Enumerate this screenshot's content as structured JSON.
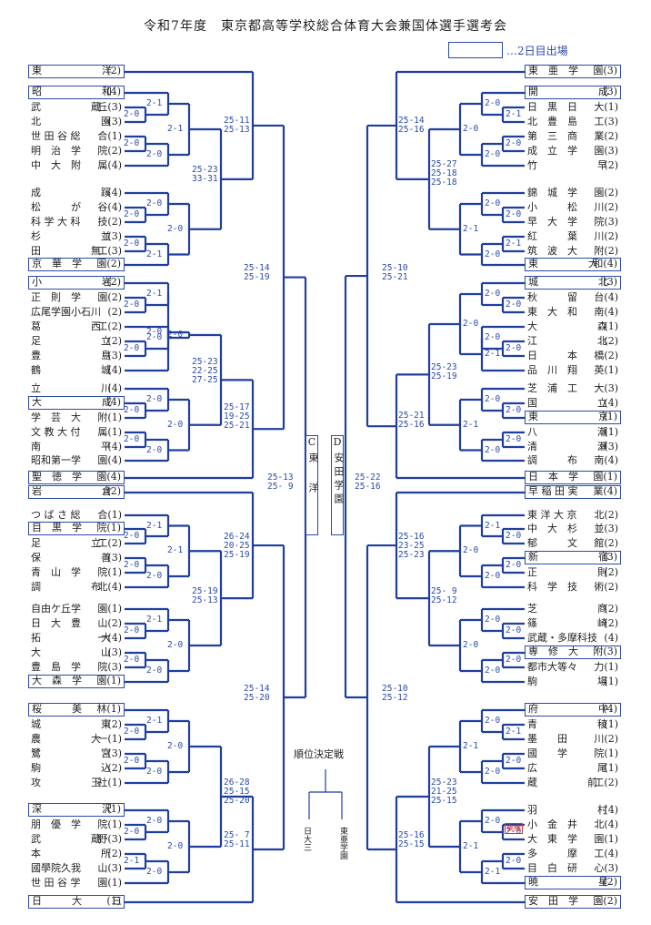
{
  "title": "令和7年度　東京都高等学校総合体育大会兼国体選手選考会",
  "legend": {
    "text": "…2日目出場"
  },
  "left": [
    {
      "n": "東　　　　　　洋",
      "g": "(2)",
      "box": true
    },
    {
      "n": "昭　　　　　　和",
      "g": "(4)",
      "box": true
    },
    {
      "n": "武　　　　　蔵",
      "g": "丘(3)"
    },
    {
      "n": "北　　　　　　園",
      "g": "(3)"
    },
    {
      "n": "世 田 谷 総",
      "g": "合(1)"
    },
    {
      "n": "明　治　学",
      "g": "院(2)"
    },
    {
      "n": "中　大　附",
      "g": "属(4)"
    },
    {
      "n": "成　　　　　　蹊",
      "g": "(4)"
    },
    {
      "n": "松　　　が",
      "g": "谷(4)"
    },
    {
      "n": "科 学 大 科",
      "g": "技(2)"
    },
    {
      "n": "杉　　　　　　並",
      "g": "(3)"
    },
    {
      "n": "田　　　　　無",
      "g": "工(3)"
    },
    {
      "n": "京　華　学",
      "g": "園(2)",
      "box": true
    },
    {
      "n": "小　　　　　　岩",
      "g": "(2)",
      "box": true
    },
    {
      "n": "正　則　学",
      "g": "園(2)"
    },
    {
      "n": "広尾学園小石川",
      "g": "(2)"
    },
    {
      "n": "葛　　　　　西",
      "g": "工(2)"
    },
    {
      "n": "足　　　　　　立",
      "g": "(2)"
    },
    {
      "n": "豊　　　　　　島",
      "g": "(3)"
    },
    {
      "n": "鶴　　　　　　城",
      "g": "(4)"
    },
    {
      "n": "立　　　　　　川",
      "g": "(4)"
    },
    {
      "n": "大　　　　　　成",
      "g": "(4)",
      "box": true
    },
    {
      "n": "学　芸　大",
      "g": "附(1)"
    },
    {
      "n": "文 教 大 付",
      "g": "属(1)"
    },
    {
      "n": "南　　　　　　平",
      "g": "(4)"
    },
    {
      "n": "昭和第一学",
      "g": "園(4)"
    },
    {
      "n": "聖　徳　学",
      "g": "園(4)",
      "box": true
    },
    {
      "n": "岩　　　　　　倉",
      "g": "(2)",
      "box": true
    },
    {
      "n": "つ ば さ 総",
      "g": "合(1)"
    },
    {
      "n": "目　黒　学",
      "g": "院(1)",
      "box": true
    },
    {
      "n": "足　　　　　立",
      "g": "工(2)"
    },
    {
      "n": "保　　　　　　善",
      "g": "(3)"
    },
    {
      "n": "青　山　学",
      "g": "院(1)"
    },
    {
      "n": "調　　　　　布",
      "g": "北(4)"
    },
    {
      "n": "自由ケ丘学",
      "g": "園(1)"
    },
    {
      "n": "日　大　豊",
      "g": "山(2)"
    },
    {
      "n": "拓　　　　　　大",
      "g": "一(4)"
    },
    {
      "n": "大　　　　　　山",
      "g": "(3)"
    },
    {
      "n": "豊　島　学",
      "g": "院(3)"
    },
    {
      "n": "大　森　学",
      "g": "園(1)",
      "box": true
    },
    {
      "n": "桜　　　美",
      "g": "林(1)",
      "box": true
    },
    {
      "n": "城　　　　　　東",
      "g": "(2)"
    },
    {
      "n": "農　　　　　大",
      "g": "一(1)"
    },
    {
      "n": "鷺　　　　　　宮",
      "g": "(3)"
    },
    {
      "n": "駒　　　　　　込",
      "g": "(2)"
    },
    {
      "n": "攻　　　　　玉",
      "g": "社(1)"
    },
    {
      "n": "深　　　　　　沢",
      "g": "(1)",
      "box": true
    },
    {
      "n": "朋　優　学",
      "g": "院(1)"
    },
    {
      "n": "武　　　　　蔵",
      "g": "野(3)"
    },
    {
      "n": "本　　　　　　所",
      "g": "(2)"
    },
    {
      "n": "國學院久我",
      "g": "山(3)"
    },
    {
      "n": "世 田 谷 学",
      "g": "園(1)"
    },
    {
      "n": "日　　　大　　　三",
      "g": "(1)",
      "box": true
    }
  ],
  "right": [
    {
      "n": "東　亜　学",
      "g": "園(3)",
      "box": true
    },
    {
      "n": "開　　　　　　成",
      "g": "(3)",
      "box": true
    },
    {
      "n": "日　黒　日",
      "g": "大(1)"
    },
    {
      "n": "北　豊　島",
      "g": "工(3)"
    },
    {
      "n": "第　三　商",
      "g": "業(2)"
    },
    {
      "n": "成　立　学",
      "g": "園(3)"
    },
    {
      "n": "竹　　　　　　早",
      "g": "(2)"
    },
    {
      "n": "錦　城　学",
      "g": "園(2)"
    },
    {
      "n": "小　　　松",
      "g": "川(2)"
    },
    {
      "n": "早　大　学",
      "g": "院(3)"
    },
    {
      "n": "紅　　　葉",
      "g": "川(2)"
    },
    {
      "n": "筑　波　大",
      "g": "附(2)"
    },
    {
      "n": "東　　　　　大",
      "g": "和(4)",
      "box": true
    },
    {
      "n": "城　　　　　　北",
      "g": "(3)",
      "box": true
    },
    {
      "n": "秋　　　留",
      "g": "台(4)"
    },
    {
      "n": "東　大　和",
      "g": "南(4)"
    },
    {
      "n": "大　　　　　　森",
      "g": "(1)"
    },
    {
      "n": "江　　　　　　北",
      "g": "(2)"
    },
    {
      "n": "日　　　本",
      "g": "橋(2)"
    },
    {
      "n": "品　川　翔",
      "g": "英(1)"
    },
    {
      "n": "芝　浦　工",
      "g": "大(3)"
    },
    {
      "n": "国　　　　　　立",
      "g": "(4)"
    },
    {
      "n": "東　　　　　　京",
      "g": "(1)",
      "box": true
    },
    {
      "n": "八　　　　　　潮",
      "g": "(1)"
    },
    {
      "n": "清　　　　　　瀬",
      "g": "(3)"
    },
    {
      "n": "調　　　布",
      "g": "南(4)"
    },
    {
      "n": "日　本　学",
      "g": "園(1)",
      "box": true
    },
    {
      "n": "早 稲 田 実",
      "g": "業(4)",
      "box": true
    },
    {
      "n": "東 洋 大 京",
      "g": "北(2)"
    },
    {
      "n": "中　大　杉",
      "g": "並(3)"
    },
    {
      "n": "郁　　　文",
      "g": "館(2)"
    },
    {
      "n": "新　　　　　　宿",
      "g": "(3)",
      "box": true
    },
    {
      "n": "正　　　　　　則",
      "g": "(2)"
    },
    {
      "n": "科　学　技",
      "g": "術(2)"
    },
    {
      "n": "芝　　　　　　商",
      "g": "(2)"
    },
    {
      "n": "篠　　　　　　崎",
      "g": "(2)"
    },
    {
      "n": "武蔵・多摩科技",
      "g": "(4)"
    },
    {
      "n": "専　修　大",
      "g": "附(3)",
      "box": true
    },
    {
      "n": "都市大等々",
      "g": "力(1)"
    },
    {
      "n": "駒　　　　　　場",
      "g": "(1)"
    },
    {
      "n": "府　　　　　　中",
      "g": "(4)",
      "box": true
    },
    {
      "n": "青　　　　　　稜",
      "g": "(1)"
    },
    {
      "n": "墨　　田",
      "g": "川(2)"
    },
    {
      "n": "國　　学",
      "g": "院(1)"
    },
    {
      "n": "広　　　　　　尾",
      "g": "(1)"
    },
    {
      "n": "蔵　　　　　前",
      "g": "工(2)"
    },
    {
      "n": "羽　　　　　　村",
      "g": "(4)"
    },
    {
      "n": "小　金　井",
      "g": "北(4)"
    },
    {
      "n": "大　東　学",
      "g": "園(1)"
    },
    {
      "n": "多　　　摩",
      "g": "工(4)"
    },
    {
      "n": "目　白　研",
      "g": "心(3)"
    },
    {
      "n": "暁　　　　　　星",
      "g": "(2)",
      "box": true
    },
    {
      "n": "安　田　学",
      "g": "園(2)",
      "box": true
    }
  ],
  "scores_left": [
    "2-0",
    "2-0",
    "2-1",
    "2-0",
    "2-1",
    "2-0",
    "2-0",
    "2-0",
    "2-1",
    "2-0",
    "2-0",
    "2-0",
    "2-1",
    "2-0",
    "2-0",
    "2-0",
    "2-0",
    "2-0",
    "2-0",
    "2-0",
    "2-0",
    "2-0",
    "2-0",
    "2-1",
    "2-0",
    "2-1",
    "2-0",
    "2-0",
    "2-1",
    "2-0",
    "2-0",
    "2-0",
    "2-0",
    "2-1",
    "2-0",
    "2-0",
    "2-0",
    "2-1",
    "2-0",
    "2-0"
  ],
  "scores_right": [
    "2-1",
    "2-0",
    "2-0",
    "2-0",
    "2-0",
    "2-0",
    "2-1",
    "2-0",
    "2-0",
    "2-1",
    "2-0",
    "2-0",
    "2-0",
    "2-0",
    "2-1",
    "2-0",
    "2-0",
    "2-0",
    "2-0",
    "2-0",
    "2-1",
    "2-0",
    "2-0",
    "2-1",
    "2-0",
    "2-0",
    "2-0",
    "2-0",
    "2-0",
    "2-0",
    "2-0",
    "2-1",
    "2-0",
    "2-0",
    "2-0",
    "2-1",
    "2-0",
    "2-0",
    "2-0",
    "2-1"
  ],
  "set_scores": {
    "l1": "25-11\n25-13",
    "l2": "25-23\n33-31",
    "l3": "25-14\n25-19",
    "l4": "25-23\n22-25\n27-25",
    "l5": "25-17\n19-25\n25-21",
    "l6": "26-24\n20-25\n25-19",
    "l7": "25-19\n25-13",
    "l8": "25-14\n25-20",
    "l9": "26-28\n25-15\n25-20",
    "l10": "25- 7\n25-11",
    "lsemi": "25-13\n25- 9",
    "r1": "25-14\n25-16",
    "r2": "25-27\n25-18\n25-18",
    "r3": "25-10\n25-21",
    "r4": "25-23\n25-19",
    "r5": "25-21\n25-16",
    "r6": "25-16\n23-25\n25-23",
    "r7": "25- 9\n25-12",
    "r8": "25-10\n25-12",
    "r9": "25-23\n21-25\n25-15",
    "r10": "25-16\n25-15",
    "rsemi": "25-22\n25-16"
  },
  "finalists": {
    "c_label": "C",
    "c_name": "東洋",
    "d_label": "D",
    "d_name": "安田学園"
  },
  "ranking": {
    "title": "順位決定戦",
    "left": "日大三",
    "right": "東亜学園"
  },
  "withdrawn": "棄権",
  "colors": {
    "line": "#2b4aa8",
    "bracket": "#1e3fa0"
  }
}
